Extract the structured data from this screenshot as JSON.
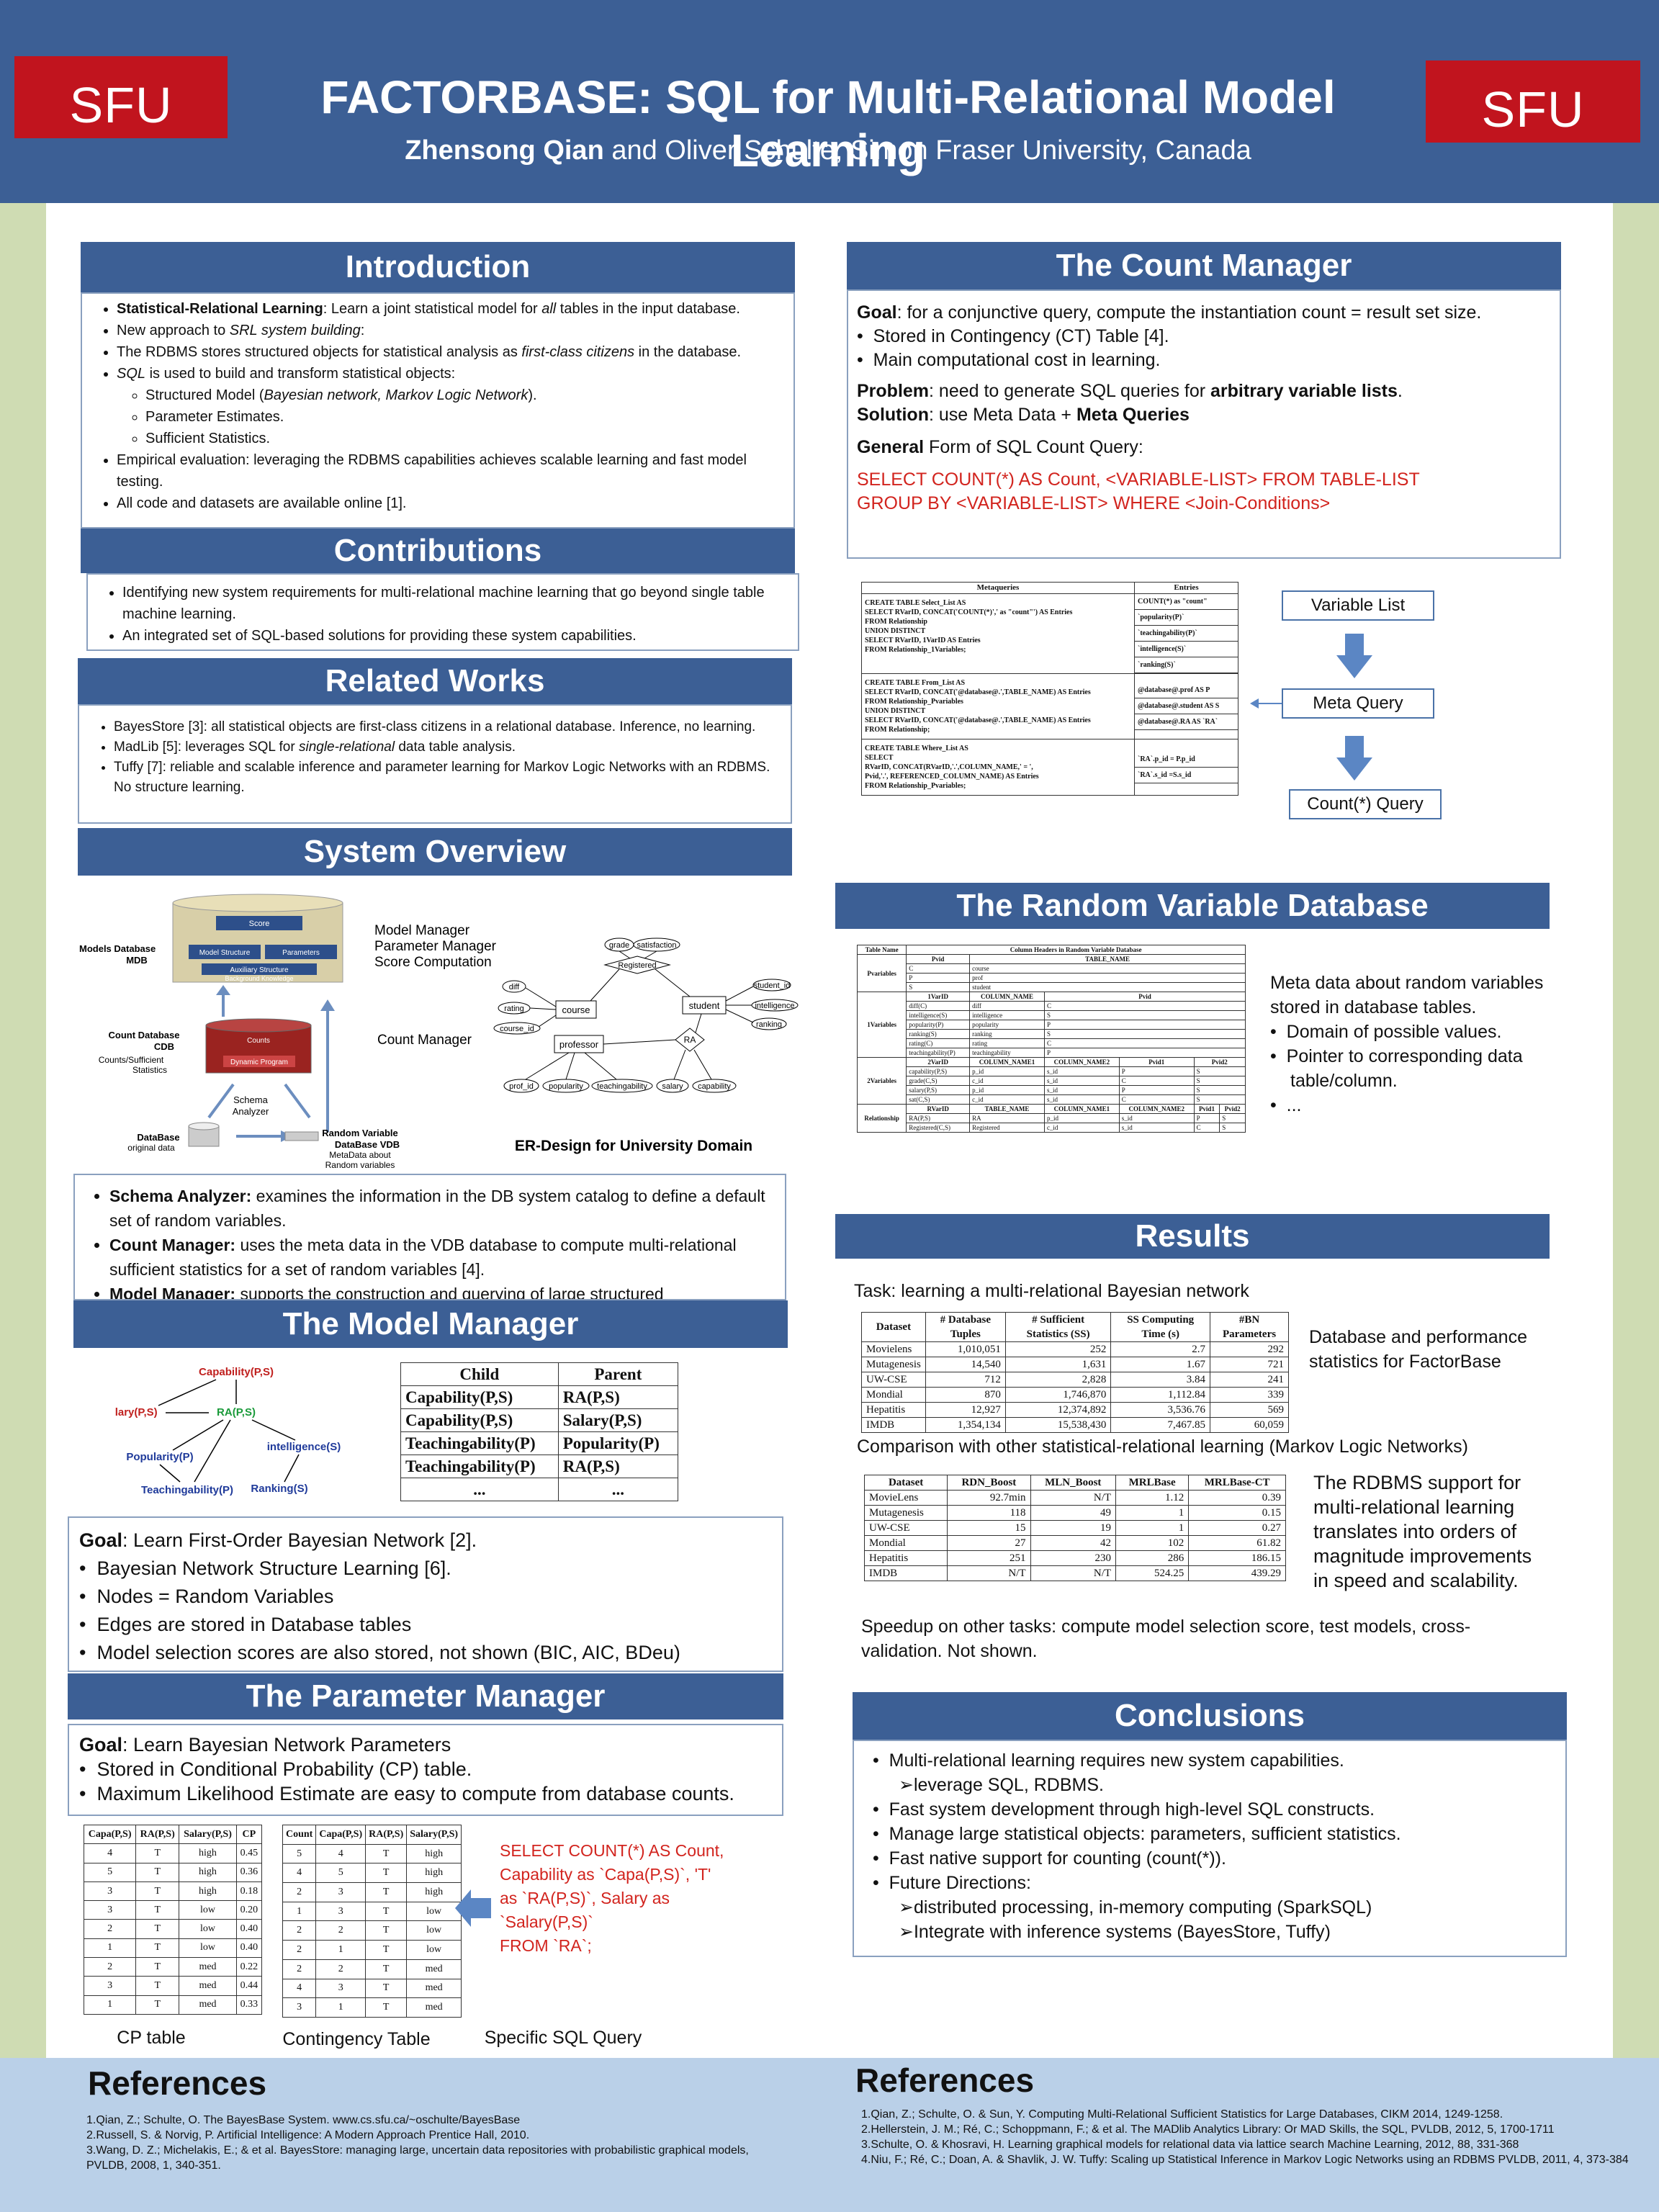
{
  "header": {
    "logo_text": "SFU",
    "title": "FACTORBASE: SQL for Multi-Relational Model Learning",
    "author_bold": "Zhensong Qian",
    "author_rest": " and Oliver Schulte, Simon Fraser University, Canada"
  },
  "intro": {
    "heading": "Introduction",
    "b1_bold": "Statistical-Relational Learning",
    "b1_a": ": Learn a joint statistical model for ",
    "b1_i": "all",
    "b1_b": " tables in the input database.",
    "b2_a": "New approach to ",
    "b2_i": "SRL system building",
    "b2_b": ":",
    "b3_a": "The RDBMS stores structured objects for statistical analysis as ",
    "b3_i": "first-class citizens",
    "b3_b": " in the database.",
    "b4_i": "SQL",
    "b4_b": " is used to build and transform statistical objects:",
    "s1_a": "Structured Model (",
    "s1_i": "Bayesian network, Markov Logic Network",
    "s1_b": ").",
    "s2": "Parameter Estimates.",
    "s3": "Sufficient Statistics.",
    "b5": "Empirical evaluation: leveraging the RDBMS capabilities achieves scalable learning and fast model testing.",
    "b6": "All code  and datasets are available online [1]."
  },
  "contrib": {
    "heading": "Contributions",
    "items": [
      "Identifying new system requirements for multi-relational machine learning that go beyond single table machine learning.",
      "An integrated set of SQL-based solutions for providing these system capabilities."
    ]
  },
  "related": {
    "heading": "Related Works",
    "b1": "BayesStore [3]: all statistical objects are first-class citizens in a relational database. Inference, no learning.",
    "b2_a": "MadLib [5]: leverages SQL for ",
    "b2_i": "single-relational",
    "b2_b": " data table analysis.",
    "b3": "Tuffy [7]: reliable and scalable inference and parameter learning for Markov Logic Networks with an RDBMS. No structure learning."
  },
  "overview": {
    "heading": "System Overview",
    "models_db": "Models Database",
    "mdb": "MDB",
    "score": "Score",
    "model_structure": "Model Structure",
    "parameters": "Parameters",
    "aux": "Auxiliary Structure",
    "bg": "Background Knowledge",
    "model_manager": "Model Manager",
    "param_manager": "Parameter Manager",
    "score_comp": "Score Computation",
    "count_db": "Count Database",
    "cdb": "CDB",
    "counts_suff": "Counts/Sufficient",
    "statistics": "Statistics",
    "counts": "Counts",
    "dynamic": "Dynamic Program",
    "count_manager": "Count Manager",
    "schema": "Schema",
    "analyzer": "Analyzer",
    "database": "DataBase",
    "original": "original data",
    "rv": "Random Variable",
    "vdb": "DataBase VDB",
    "metadata": "MetaData about",
    "rvars": "Random variables",
    "er_caption": "ER-Design for University Domain",
    "er": {
      "grade": "grade",
      "satisfaction": "satisfaction",
      "registered": "Registered",
      "diff": "diff",
      "rating": "rating",
      "course_id": "course_id",
      "course": "course",
      "student": "student",
      "student_id": "student_id",
      "intelligence": "intelligence",
      "ranking": "ranking",
      "professor": "professor",
      "ra": "RA",
      "prof_id": "prof_id",
      "popularity": "popularity",
      "teachingability": "teachingability",
      "salary": "salary",
      "capability": "capability"
    }
  },
  "components": {
    "b1_bold": "Schema Analyzer:",
    "b1": " examines the information in the DB system catalog to define a default set of random variables.",
    "b2_bold": "Count Manager:",
    "b2": " uses the meta data in the VDB database to compute multi-relational sufficient statistics for a set of random variables [4].",
    "b3_bold": "Model Manager:",
    "b3": " supports the construction and  querying of large structured"
  },
  "model": {
    "heading": "The Model Manager",
    "nodes": {
      "capability": "Capability(P,S)",
      "salary": "Salary(P,S)",
      "ra": "RA(P,S)",
      "popularity": "Popularity(P)",
      "intelligence": "intelligence(S)",
      "teachingability": "Teachingability(P)",
      "ranking": "Ranking(S)"
    },
    "table_header": [
      "Child",
      "Parent"
    ],
    "table_rows": [
      [
        "Capability(P,S)",
        "RA(P,S)"
      ],
      [
        "Capability(P,S)",
        "Salary(P,S)"
      ],
      [
        "Teachingability(P)",
        "Popularity(P)"
      ],
      [
        "Teachingability(P)",
        "RA(P,S)"
      ],
      [
        "...",
        "..."
      ]
    ],
    "goal_bold": "Goal",
    "goal": ": Learn First-Order Bayesian Network [2].",
    "bullets": [
      "Bayesian Network Structure  Learning [6].",
      "Nodes = Random Variables",
      "Edges are stored in Database tables",
      "Model selection scores are also stored, not shown (BIC, AIC, BDeu)"
    ]
  },
  "param": {
    "heading": "The Parameter Manager",
    "goal_bold": "Goal",
    "goal": ": Learn  Bayesian Network Parameters",
    "bullets": [
      "Stored in Conditional Probability (CP) table.",
      "Maximum Likelihood  Estimate are easy to compute from database counts."
    ],
    "cp_header": [
      "Capa(P,S)",
      "RA(P,S)",
      "Salary(P,S)",
      "CP"
    ],
    "cp_rows": [
      [
        "4",
        "T",
        "high",
        "0.45"
      ],
      [
        "5",
        "T",
        "high",
        "0.36"
      ],
      [
        "3",
        "T",
        "high",
        "0.18"
      ],
      [
        "3",
        "T",
        "low",
        "0.20"
      ],
      [
        "2",
        "T",
        "low",
        "0.40"
      ],
      [
        "1",
        "T",
        "low",
        "0.40"
      ],
      [
        "2",
        "T",
        "med",
        "0.22"
      ],
      [
        "3",
        "T",
        "med",
        "0.44"
      ],
      [
        "1",
        "T",
        "med",
        "0.33"
      ]
    ],
    "ct_header": [
      "Count",
      "Capa(P,S)",
      "RA(P,S)",
      "Salary(P,S)"
    ],
    "ct_rows": [
      [
        "5",
        "4",
        "T",
        "high"
      ],
      [
        "4",
        "5",
        "T",
        "high"
      ],
      [
        "2",
        "3",
        "T",
        "high"
      ],
      [
        "1",
        "3",
        "T",
        "low"
      ],
      [
        "2",
        "2",
        "T",
        "low"
      ],
      [
        "2",
        "1",
        "T",
        "low"
      ],
      [
        "2",
        "2",
        "T",
        "med"
      ],
      [
        "4",
        "3",
        "T",
        "med"
      ],
      [
        "3",
        "1",
        "T",
        "med"
      ]
    ],
    "sql_lines": [
      "SELECT COUNT(*) AS Count,",
      "Capability as `Capa(P,S)`, 'T'",
      "as `RA(P,S)`, Salary as",
      "`Salary(P,S)`",
      "FROM `RA`;"
    ],
    "cap_cp": "CP table",
    "cap_ct": "Contingency Table",
    "cap_sql": "Specific SQL Query"
  },
  "count": {
    "heading": "The Count Manager",
    "goal_bold": "Goal",
    "goal": ": for a conjunctive query, compute the instantiation count = result set size.",
    "bullets": [
      "Stored in Contingency (CT) Table [4].",
      "Main computational cost in learning."
    ],
    "problem_bold": "Problem",
    "problem": ": need to generate SQL queries for ",
    "problem_bold2": "arbitrary variable lists",
    "problem_end": ".",
    "solution_bold": "Solution",
    "solution": ": use Meta Data + ",
    "solution_bold2": "Meta Queries",
    "general_bold": "General",
    "general": " Form of SQL Count  Query:",
    "sql1": "SELECT COUNT(*) AS Count, <VARIABLE-LIST>   FROM TABLE-LIST",
    "sql2": "GROUP BY <VARIABLE-LIST>   WHERE <Join-Conditions>",
    "meta_header": [
      "Metaqueries",
      "Entries"
    ],
    "meta_q1": [
      "CREATE TABLE Select_List AS",
      "SELECT    RVarID, CONCAT('COUNT(*)',' as \"count\"') AS Entries",
      "FROM      Relationship",
      "UNION DISTINCT",
      "SELECT    RVarID, 1VarID AS Entries",
      "FROM      Relationship_1Variables;"
    ],
    "meta_e1": [
      "COUNT(*) as \"count\"",
      "`popularity(P)`",
      "`teachingability(P)`",
      "`intelligence(S)`",
      "`ranking(S)`"
    ],
    "meta_q2": [
      "CREATE TABLE From_List AS",
      "SELECT    RVarID, CONCAT('@database@.',TABLE_NAME) AS Entries",
      "FROM      Relationship_Pvariables",
      "UNION DISTINCT",
      "SELECT    RVarID, CONCAT('@database@.',TABLE_NAME) AS Entries",
      "FROM      Relationship;"
    ],
    "meta_e2": [
      "@database@.prof AS P",
      "@database@.student AS S",
      "@database@.RA AS `RA`"
    ],
    "meta_q3": [
      "CREATE TABLE Where_List AS",
      "SELECT",
      "  RVarID, CONCAT(RVarID,'.',COLUMN_NAME,' = ',",
      "  Pvid,'.', REFERENCED_COLUMN_NAME) AS Entries",
      "FROM   Relationship_Pvariables;"
    ],
    "meta_e3": [
      "`RA`.p_id = P.p_id",
      "`RA`.s_id =S.s_id"
    ],
    "flow": [
      "Variable List",
      "Meta Query",
      "Count(*) Query"
    ]
  },
  "rvdb": {
    "heading": "The Random Variable Database",
    "table_title": "Column Headers in Random Variable Database",
    "table_name": "Table Name",
    "desc": "Meta data about random variables stored in database tables.",
    "bullets": [
      "Domain of possible values.",
      "Pointer to corresponding data table/column.",
      "..."
    ],
    "pv_label": "Pvariables",
    "pv_header": [
      "Pvid",
      "TABLE_NAME"
    ],
    "pv_rows": [
      [
        "C",
        "course"
      ],
      [
        "P",
        "prof"
      ],
      [
        "S",
        "student"
      ]
    ],
    "v1_label": "1Variables",
    "v1_header": [
      "1VarID",
      "COLUMN_NAME",
      "Pvid"
    ],
    "v1_rows": [
      [
        "diff(C)",
        "diff",
        "C"
      ],
      [
        "intelligence(S)",
        "intelligence",
        "S"
      ],
      [
        "popularity(P)",
        "popularity",
        "P"
      ],
      [
        "ranking(S)",
        "ranking",
        "S"
      ],
      [
        "rating(C)",
        "rating",
        "C"
      ],
      [
        "teachingability(P)",
        "teachingability",
        "P"
      ]
    ],
    "v2_label": "2Variables",
    "v2_header": [
      "2VarID",
      "COLUMN_NAME1",
      "COLUMN_NAME2",
      "Pvid1",
      "Pvid2"
    ],
    "v2_rows": [
      [
        "capability(P,S)",
        "p_id",
        "s_id",
        "P",
        "S"
      ],
      [
        "grade(C,S)",
        "c_id",
        "s_id",
        "C",
        "S"
      ],
      [
        "salary(P,S)",
        "p_id",
        "s_id",
        "P",
        "S"
      ],
      [
        "sat(C,S)",
        "c_id",
        "s_id",
        "C",
        "S"
      ]
    ],
    "rel_label": "Relationship",
    "rel_header": [
      "RVarID",
      "TABLE_NAME",
      "COLUMN_NAME1",
      "COLUMN_NAME2",
      "Pvid1",
      "Pvid2"
    ],
    "rel_rows": [
      [
        "RA(P,S)",
        "RA",
        "p_id",
        "s_id",
        "P",
        "S"
      ],
      [
        "Registered(C,S)",
        "Registered",
        "c_id",
        "s_id",
        "C",
        "S"
      ]
    ]
  },
  "results": {
    "heading": "Results",
    "task": "Task: learning a multi-relational  Bayesian network",
    "t1_header": [
      "Dataset",
      "# Database Tuples",
      "# Sufficient Statistics (SS)",
      "SS Computing Time (s)",
      "#BN Parameters"
    ],
    "t1_rows": [
      [
        "Movielens",
        "1,010,051",
        "252",
        "2.7",
        "292"
      ],
      [
        "Mutagenesis",
        "14,540",
        "1,631",
        "1.67",
        "721"
      ],
      [
        "UW-CSE",
        "712",
        "2,828",
        "3.84",
        "241"
      ],
      [
        "Mondial",
        "870",
        "1,746,870",
        "1,112.84",
        "339"
      ],
      [
        "Hepatitis",
        "12,927",
        "12,374,892",
        "3,536.76",
        "569"
      ],
      [
        "IMDB",
        "1,354,134",
        "15,538,430",
        "7,467.85",
        "60,059"
      ]
    ],
    "t1_caption": "Database and performance statistics for FactorBase",
    "comparison": "Comparison with other statistical-relational  learning (Markov Logic Networks)",
    "t2_header": [
      "Dataset",
      "RDN_Boost",
      "MLN_Boost",
      "MRLBase",
      "MRLBase-CT"
    ],
    "t2_rows": [
      [
        "MovieLens",
        "92.7min",
        "N/T",
        "1.12",
        "0.39"
      ],
      [
        "Mutagenesis",
        "118",
        "49",
        "1",
        "0.15"
      ],
      [
        "UW-CSE",
        "15",
        "19",
        "1",
        "0.27"
      ],
      [
        "Mondial",
        "27",
        "42",
        "102",
        "61.82"
      ],
      [
        "Hepatitis",
        "251",
        "230",
        "286",
        "186.15"
      ],
      [
        "IMDB",
        "N/T",
        "N/T",
        "524.25",
        "439.29"
      ]
    ],
    "t2_caption": "The RDBMS support for multi-relational learning translates into orders of magnitude improvements in speed and scalability.",
    "speedup": "Speedup on other tasks: compute model selection score, test models, cross-validation. Not shown."
  },
  "conclusions": {
    "heading": "Conclusions",
    "l1": "Multi-relational learning requires new system capabilities.",
    "l1a": "leverage SQL, RDBMS.",
    "l2": "Fast system development through high-level SQL constructs.",
    "l3": "Manage large statistical objects: parameters, sufficient statistics.",
    "l4": "Fast native support for counting (count(*)).",
    "l5": "Future Directions:",
    "l5a": "distributed processing, in-memory computing (SparkSQL)",
    "l5b": "Integrate with inference systems (BayesStore, Tuffy)"
  },
  "refs_left": {
    "heading": "References",
    "items": [
      "1.Qian, Z.; Schulte, O. The BayesBase System. www.cs.sfu.ca/~oschulte/BayesBase",
      "2.Russell, S. & Norvig, P. Artificial Intelligence: A Modern Approach Prentice Hall, 2010.",
      "3.Wang, D. Z.; Michelakis, E.; & et al.  BayesStore: managing large, uncertain data repositories with probabilistic graphical models, PVLDB, 2008, 1, 340-351."
    ]
  },
  "refs_right": {
    "heading": "References",
    "items": [
      "1.Qian, Z.; Schulte, O. & Sun, Y. Computing Multi-Relational Sufficient Statistics for Large Databases, CIKM 2014, 1249-1258.",
      "2.Hellerstein, J. M.; Ré, C.; Schoppmann, F.; & et al. The MADlib Analytics Library: Or MAD Skills, the SQL, PVLDB, 2012, 5, 1700-1711",
      "3.Schulte, O. & Khosravi, H. Learning graphical models for relational data via lattice search Machine Learning, 2012, 88, 331-368",
      "4.Niu, F.; Ré, C.; Doan, A. & Shavlik, J. W. Tuffy: Scaling up Statistical Inference in Markov Logic Networks using an RDBMS PVLDB, 2011, 4, 373-384"
    ]
  },
  "colors": {
    "header_blue": "#3c5f95",
    "sfu_red": "#c1141e",
    "sql_red": "#d2241e"
  }
}
